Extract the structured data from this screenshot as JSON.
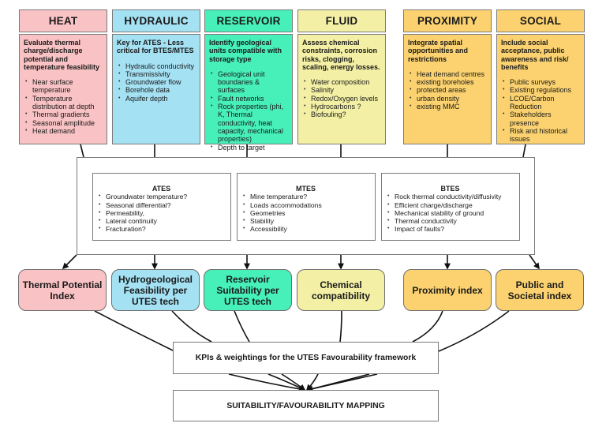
{
  "categories": [
    {
      "key": "heat",
      "title": "HEAT",
      "intro": "Evaluate thermal charge/discharge potential and temperature feasibility",
      "items": [
        "Near surface temperature",
        "Temperature distribution at depth",
        "Thermal gradients",
        "Seasonal amplitude",
        "Heat demand"
      ],
      "color": "#f9c2c4"
    },
    {
      "key": "hydraulic",
      "title": "HYDRAULIC",
      "intro": "Key for ATES - Less critical for BTES/MTES",
      "items": [
        "Hydraulic conductivity",
        "Transmissivity",
        "Groundwater flow",
        "Borehole data",
        "Aquifer depth"
      ],
      "color": "#a4e1f3"
    },
    {
      "key": "reservoir",
      "title": "RESERVOIR",
      "intro": "Identify geological units compatible with storage type",
      "items": [
        "Geological unit boundaries & surfaces",
        "Fault networks",
        "Rock properties (phi, K, Thermal conductivity, heat capacity, mechanical properties)",
        "Depth to target"
      ],
      "color": "#46f0b8"
    },
    {
      "key": "fluid",
      "title": "FLUID",
      "intro": "Assess chemical constraints, corrosion risks, clogging, scaling, energy losses.",
      "items": [
        "Water composition",
        "Salinity",
        "Redox/Oxygen levels",
        "Hydrocarbons ?",
        "Biofouling?"
      ],
      "color": "#f3f0a5"
    },
    {
      "key": "proximity",
      "title": "PROXIMITY",
      "intro": "Integrate spatial opportunities and restrictions",
      "items": [
        "Heat demand centres",
        "existing boreholes",
        "protected areas",
        "urban density",
        "existing MMC"
      ],
      "color": "#fbd26f"
    },
    {
      "key": "social",
      "title": "SOCIAL",
      "intro": "Include social acceptance, public awareness and risk/ benefits",
      "items": [
        "Public surveys",
        "Existing regulations",
        "LCOE/Carbon Reduction",
        "Stakeholders presence",
        "Risk and historical issues"
      ],
      "color": "#fbd26f"
    }
  ],
  "technologies": [
    {
      "title": "ATES",
      "items": [
        "Groundwater temperature?",
        "Seasonal differential?",
        "Permeability,",
        "Lateral continuity",
        "Fracturation?"
      ]
    },
    {
      "title": "MTES",
      "items": [
        "Mine temperature?",
        "Loads accommodations",
        "Geometries",
        "Stability",
        "Accessibility"
      ]
    },
    {
      "title": "BTES",
      "items": [
        "Rock thermal conductivity/diffusivity",
        "Efficient charge/discharge",
        "Mechanical stability of ground",
        "Thermal conductivity",
        "Impact of faults?"
      ]
    }
  ],
  "indices": [
    {
      "label": "Thermal Potential Index"
    },
    {
      "label": "Hydrogeological Feasibility per UTES tech"
    },
    {
      "label": "Reservoir Suitability per UTES tech"
    },
    {
      "label": "Chemical compatibility"
    },
    {
      "label": "Proximity index"
    },
    {
      "label": "Public and Societal index"
    }
  ],
  "kpi_box": {
    "label": "KPIs & weightings for the  UTES Favourability framework"
  },
  "mapping_box": {
    "label": "SUITABILITY/FAVOURABILITY MAPPING"
  }
}
